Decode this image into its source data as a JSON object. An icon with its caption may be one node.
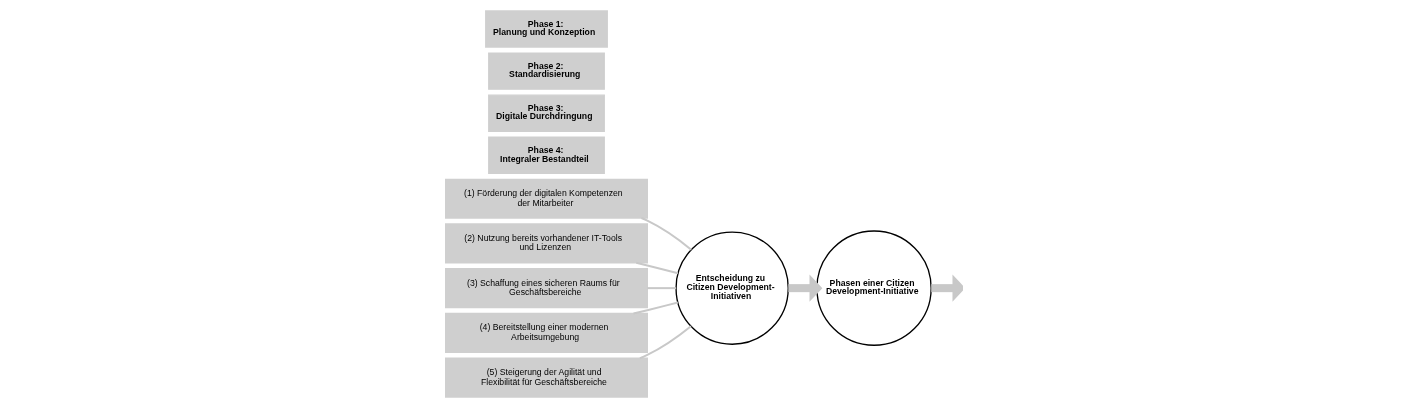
{
  "diagram": {
    "nodes": [
      {
        "text": [
          "(1) Förderung der digitalen Kompetenzen der Mitarbeiter"
        ]
      },
      {
        "text": [
          "(2) Nutzung bereits vorhandener IT-Tools und Lizenzen"
        ]
      },
      {
        "text": [
          "(3) Schaffung eines sicheren Raums für Geschäftsbereiche"
        ]
      },
      {
        "text": [
          "(4) Bereitstellung einer modernen Arbeitsumgebung"
        ]
      },
      {
        "text": [
          "(5) Steigerung der Agilität und Flexibilität für Geschäftsbereiche"
        ]
      },
      {
        "text": [
          "Entscheidung zu Citizen Development-Initiativen"
        ]
      },
      {
        "text": [
          "Phasen einer Citizen Development-Initiative"
        ]
      },
      {
        "text": [
          "Phase 1:",
          "Planung und Konzeption"
        ]
      },
      {
        "text": [
          "Phase 2:",
          "Standardisierung"
        ]
      },
      {
        "text": [
          "Phase 3:",
          "Digitale Durchdringung"
        ]
      },
      {
        "text": [
          "Phase 4:",
          "Integraler Bestandteil"
        ]
      }
    ],
    "edges": [
      {
        "from": 0,
        "to": 5,
        "arrow": "none"
      },
      {
        "from": 1,
        "to": 5,
        "arrow": "none"
      },
      {
        "from": 2,
        "to": 5,
        "arrow": "none"
      },
      {
        "from": 3,
        "to": 5,
        "arrow": "none"
      },
      {
        "from": 4,
        "to": 5,
        "arrow": "none"
      },
      {
        "from": 5,
        "to": 6,
        "arrow": "to",
        "style": "thick"
      },
      {
        "from": 6,
        "to": null,
        "arrow": "to",
        "style": "thick"
      }
    ]
  }
}
